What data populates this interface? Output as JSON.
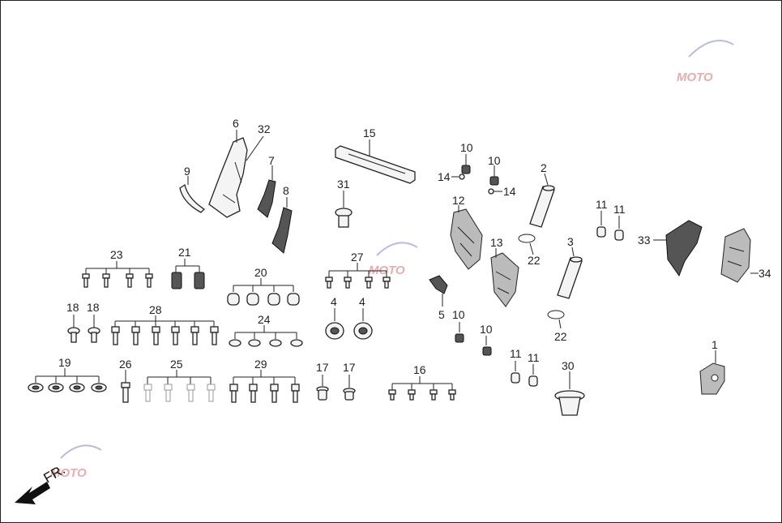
{
  "diagram": {
    "callouts": [
      "1",
      "2",
      "3",
      "4",
      "5",
      "6",
      "7",
      "8",
      "9",
      "10",
      "11",
      "12",
      "13",
      "14",
      "15",
      "16",
      "17",
      "18",
      "19",
      "20",
      "21",
      "22",
      "23",
      "24",
      "25",
      "26",
      "27",
      "28",
      "29",
      "30",
      "31",
      "32",
      "33",
      "34"
    ],
    "direction_label": "FR.",
    "watermark": "MOTO"
  }
}
